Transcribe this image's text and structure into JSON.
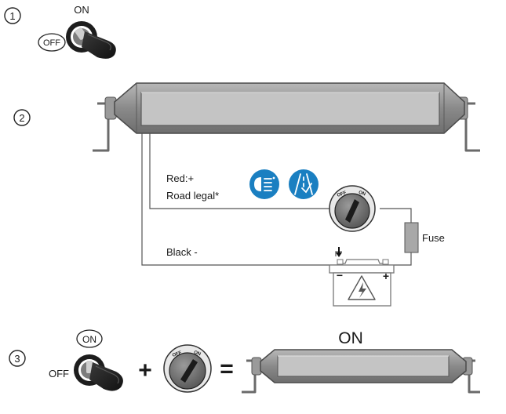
{
  "steps": [
    {
      "number": "1",
      "ignition": {
        "on_label": "ON",
        "off_label": "OFF"
      }
    },
    {
      "number": "2",
      "wiring": {
        "red_label": "Red:+",
        "road_legal_label": "Road legal*",
        "black_label": "Black -",
        "fuse_label": "Fuse"
      },
      "switch": {
        "off_label": "OFF",
        "on_label": "ON"
      },
      "battery": {
        "minus_label": "−",
        "plus_label": "+"
      }
    },
    {
      "number": "3",
      "ignition": {
        "on_label": "ON",
        "off_label": "OFF"
      },
      "switch": {
        "off_label": "OFF",
        "on_label": "ON"
      },
      "plus_sign": "+",
      "equals_sign": "=",
      "result_label": "ON"
    }
  ],
  "icons": [
    "ignition-key-icon",
    "rotary-switch-icon",
    "headlight-icon",
    "road-icon",
    "battery-icon",
    "lightning-icon",
    "arrow-down-icon"
  ],
  "colors": {
    "icon_blue": "#1a7fc1",
    "bar_gray": "#8c8c8c",
    "wire": "#555555",
    "fuse": "#a8a8a8"
  }
}
